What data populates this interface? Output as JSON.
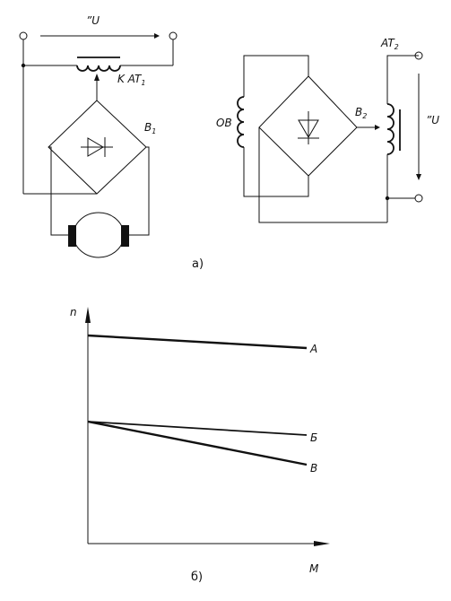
{
  "circuit_a": {
    "voltage_label": "”U",
    "transformer_label": "K AT",
    "transformer_sub": "1",
    "bridge_label": "B",
    "bridge_sub": "1",
    "caption": "a)"
  },
  "circuit_b": {
    "field_winding_label": "OB",
    "bridge_label": "B",
    "bridge_sub": "2",
    "transformer_label": "AT",
    "transformer_sub": "2",
    "voltage_label": "”U"
  },
  "graph": {
    "y_axis_label": "n",
    "x_axis_label": "M",
    "curve_labels": [
      "A",
      "Б",
      "B"
    ],
    "caption": "б)"
  }
}
